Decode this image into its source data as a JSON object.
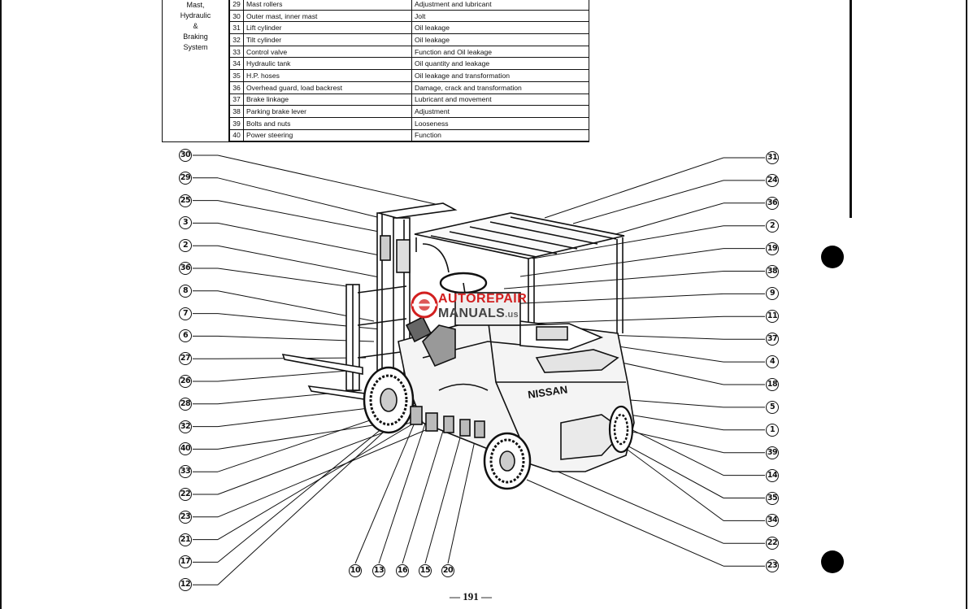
{
  "table": {
    "group_label_lines": [
      "Mast,",
      "Hydraulic",
      "&",
      "Braking",
      "System"
    ],
    "rows": [
      {
        "no": "29",
        "item": "Mast rollers",
        "check": "Adjustment and lubricant"
      },
      {
        "no": "30",
        "item": "Outer mast, inner mast",
        "check": "Jolt"
      },
      {
        "no": "31",
        "item": "Lift cylinder",
        "check": "Oil leakage"
      },
      {
        "no": "32",
        "item": "Tilt cylinder",
        "check": "Oil leakage"
      },
      {
        "no": "33",
        "item": "Control valve",
        "check": "Function and Oil leakage"
      },
      {
        "no": "34",
        "item": "Hydraulic tank",
        "check": "Oil quantity and leakage"
      },
      {
        "no": "35",
        "item": "H.P. hoses",
        "check": "Oil leakage and transformation"
      },
      {
        "no": "36",
        "item": "Overhead guard, load backrest",
        "check": "Damage, crack and transformation"
      },
      {
        "no": "37",
        "item": "Brake linkage",
        "check": "Lubricant and movement"
      },
      {
        "no": "38",
        "item": "Parking brake lever",
        "check": "Adjustment"
      },
      {
        "no": "39",
        "item": "Bolts and nuts",
        "check": "Looseness"
      },
      {
        "no": "40",
        "item": "Power steering",
        "check": "Function"
      }
    ]
  },
  "callouts": {
    "left": [
      "30",
      "29",
      "25",
      "3",
      "2",
      "36",
      "8",
      "7",
      "6",
      "27",
      "26",
      "28",
      "32",
      "40",
      "33",
      "22",
      "23",
      "21",
      "17",
      "12"
    ],
    "right": [
      "31",
      "24",
      "36",
      "2",
      "19",
      "38",
      "9",
      "11",
      "37",
      "4",
      "18",
      "5",
      "1",
      "39",
      "14",
      "35",
      "34",
      "22",
      "23"
    ],
    "bottom": [
      "10",
      "13",
      "16",
      "15",
      "20"
    ]
  },
  "watermark": {
    "line1": "AUTOREPAIR",
    "line2": "MANUALS",
    "line2_suffix": ".us"
  },
  "truck_badge": "NISSAN",
  "page_number": "— 191 —",
  "colors": {
    "ink": "#111111",
    "watermark_red": "#d21f1f",
    "watermark_gray": "#444444",
    "paper": "#ffffff"
  }
}
